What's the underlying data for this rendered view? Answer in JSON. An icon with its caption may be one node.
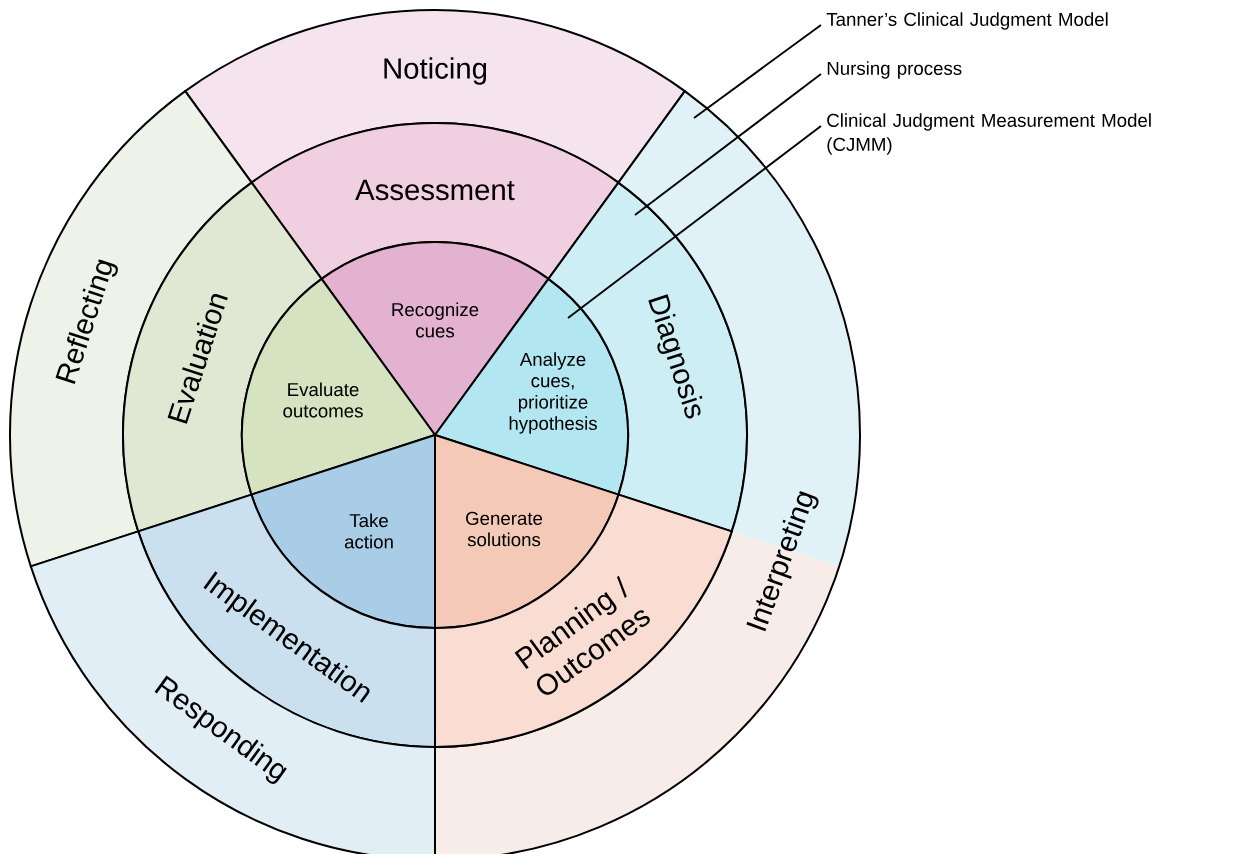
{
  "diagram": {
    "nodes": [
      {
        "text": [
          "Noticing"
        ]
      },
      {
        "text": [
          "Tanner’s Clinical Judgment Model"
        ]
      },
      {
        "text": [
          "Nursing process"
        ]
      },
      {
        "text": [
          "Clinical Judgment Measurement Model (CJMM)"
        ]
      },
      {
        "text": [
          "Assessment"
        ]
      },
      {
        "text": [
          "Reflecting"
        ]
      },
      {
        "text": [
          "Evaluation"
        ]
      },
      {
        "text": [
          "Recognize cues"
        ]
      },
      {
        "text": [
          "Analyze cues, prioritize hypothesis"
        ]
      },
      {
        "text": [
          "Diagnosis"
        ]
      },
      {
        "text": [
          "Evaluate outcomes"
        ]
      },
      {
        "text": [
          "Interpreting"
        ]
      },
      {
        "text": [
          "Take action"
        ]
      },
      {
        "text": [
          "Generate solutions"
        ]
      },
      {
        "text": [
          "Implementation"
        ]
      },
      {
        "text": [
          "Planning / Outcomes"
        ]
      },
      {
        "text": [
          "Responding"
        ]
      }
    ],
    "edges": [
      {
        "from": 1,
        "to": 11,
        "arrow": "none"
      },
      {
        "from": 2,
        "to": 9,
        "arrow": "none"
      },
      {
        "from": 3,
        "to": 8,
        "arrow": "none"
      }
    ]
  }
}
